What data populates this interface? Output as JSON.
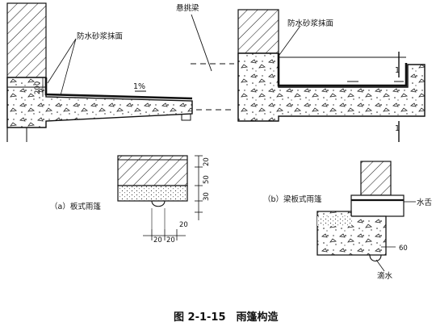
{
  "labels": {
    "cantilever_beam": "悬挑梁",
    "waterproof_left": "防水砂浆抹面",
    "waterproof_right": "防水砂浆抹面",
    "slope": "1%",
    "caption_a": "（a）板式雨篷",
    "caption_b": "（b）梁板式雨篷",
    "drip_lip": "水舌",
    "drip": "滴水",
    "section_top": "1",
    "section_bottom": "1"
  },
  "dimensions": {
    "d200": "200",
    "d20_top": "20",
    "d50": "50",
    "d30": "30",
    "d20_side": "20",
    "d20_bottom_a": "20",
    "d20_bottom_b": "20",
    "d60": "60"
  },
  "figure_caption": "图 2-1-15　雨篷构造"
}
